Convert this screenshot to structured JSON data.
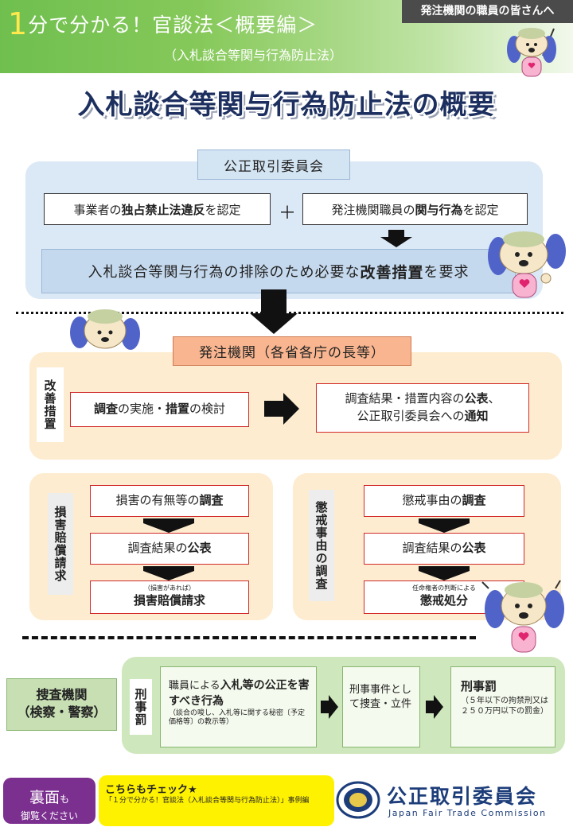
{
  "header": {
    "title_num": "1",
    "title_rest": "分で分かる！官談法＜概要編＞",
    "subtitle": "（入札談合等関与行為防止法）",
    "tag": "発注機関の職員の皆さんへ"
  },
  "main_title": "入札談合等関与行為防止法の概要",
  "section1": {
    "org_tag": "公正取引委員会",
    "box1": {
      "pre": "事業者の",
      "bold": "独占禁止法違反",
      "post": "を認定"
    },
    "plus": "＋",
    "box2": {
      "pre": "発注機関職員の",
      "bold": "関与行為",
      "post": "を認定"
    },
    "request": {
      "pre": "入札談合等関与行為の排除のため必要な",
      "bold": "改善措置",
      "post": "を要求"
    }
  },
  "section2": {
    "org_tag": "発注機関（各省各庁の長等）",
    "side_label": "改善措置",
    "box1": {
      "bold1": "調査",
      "mid": "の実施・",
      "bold2": "措置",
      "post": "の検討"
    },
    "box2": {
      "line1_pre": "調査結果・措置内容の",
      "line1_bold": "公表",
      "line1_post": "、",
      "line2_pre": "公正取引委員会への",
      "line2_bold": "通知"
    }
  },
  "damages": {
    "side_label": "損害賠償請求",
    "step1": {
      "pre": "損害の有無等の",
      "bold": "調査"
    },
    "step2": {
      "pre": "調査結果の",
      "bold": "公表"
    },
    "step3": {
      "note": "（損害があれば）",
      "bold": "損害賠償請求"
    }
  },
  "discipline": {
    "side_label": "懲戒事由の調査",
    "step1": {
      "pre": "懲戒事由の",
      "bold": "調査"
    },
    "step2": {
      "pre": "調査結果の",
      "bold": "公表"
    },
    "step3": {
      "note": "任命権者の判断による",
      "bold": "懲戒処分"
    }
  },
  "criminal": {
    "agency_line1": "捜査機関",
    "agency_line2": "（検察・警察）",
    "side_label": "刑事罰",
    "box1": {
      "pre": "職員による",
      "bold1": "入札等の公正を害すべき行為",
      "note": "（談合の唆し、入札等に関する秘密〔予定価格等〕の教示等）"
    },
    "box2": "刑事事件として捜査・立件",
    "box3": {
      "bold": "刑事罰",
      "note": "（５年以下の拘禁刑又は２５０万円以下の罰金）"
    }
  },
  "footer": {
    "back_big": "裏面",
    "back_small": "も",
    "back_line2": "御覧ください",
    "check_title": "こちらもチェック★",
    "check_link": "「１分で分かる！官談法（入札談合等関与行為防止法）」事例編",
    "logo_name": "公正取引委員会",
    "logo_en": "Japan Fair Trade Commission"
  },
  "colors": {
    "header_green": "#6fbf4f",
    "blue_section": "#dbe8f5",
    "peach_section": "#fdeccf",
    "green_section": "#cfe7bd",
    "red_border": "#d12a2a",
    "title_navy": "#1c2f5f"
  }
}
